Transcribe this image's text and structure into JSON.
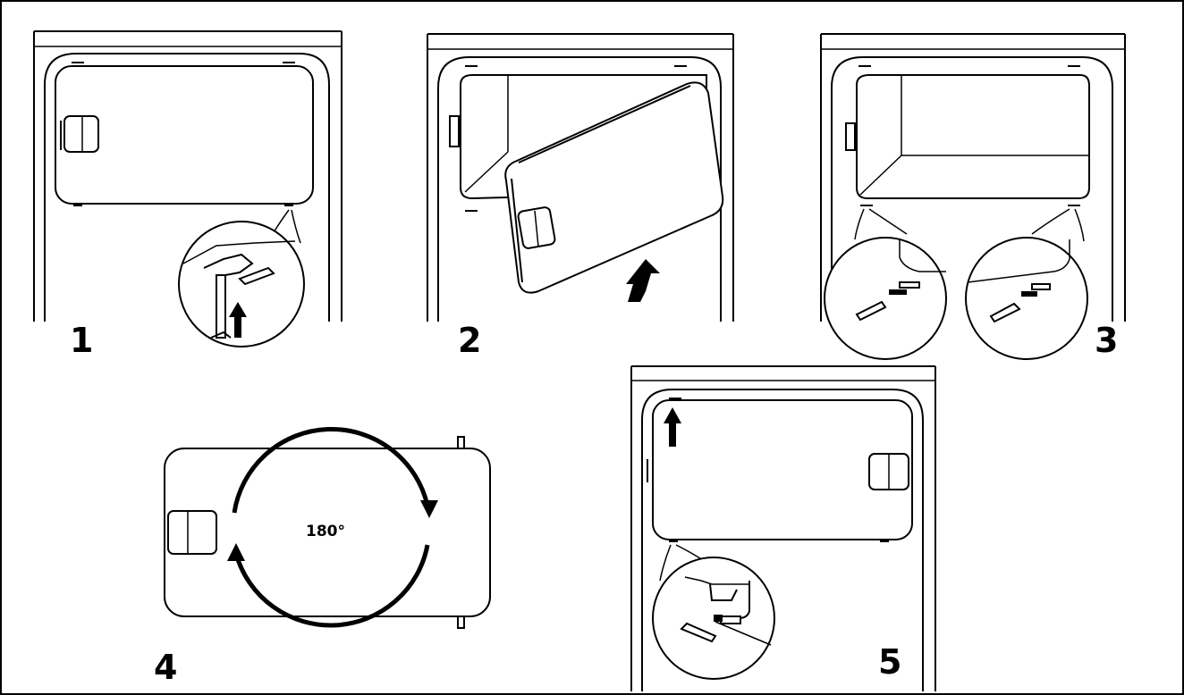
{
  "steps": [
    {
      "number": "1"
    },
    {
      "number": "2"
    },
    {
      "number": "3"
    },
    {
      "number": "4",
      "rotation_label": "180°"
    },
    {
      "number": "5"
    }
  ]
}
